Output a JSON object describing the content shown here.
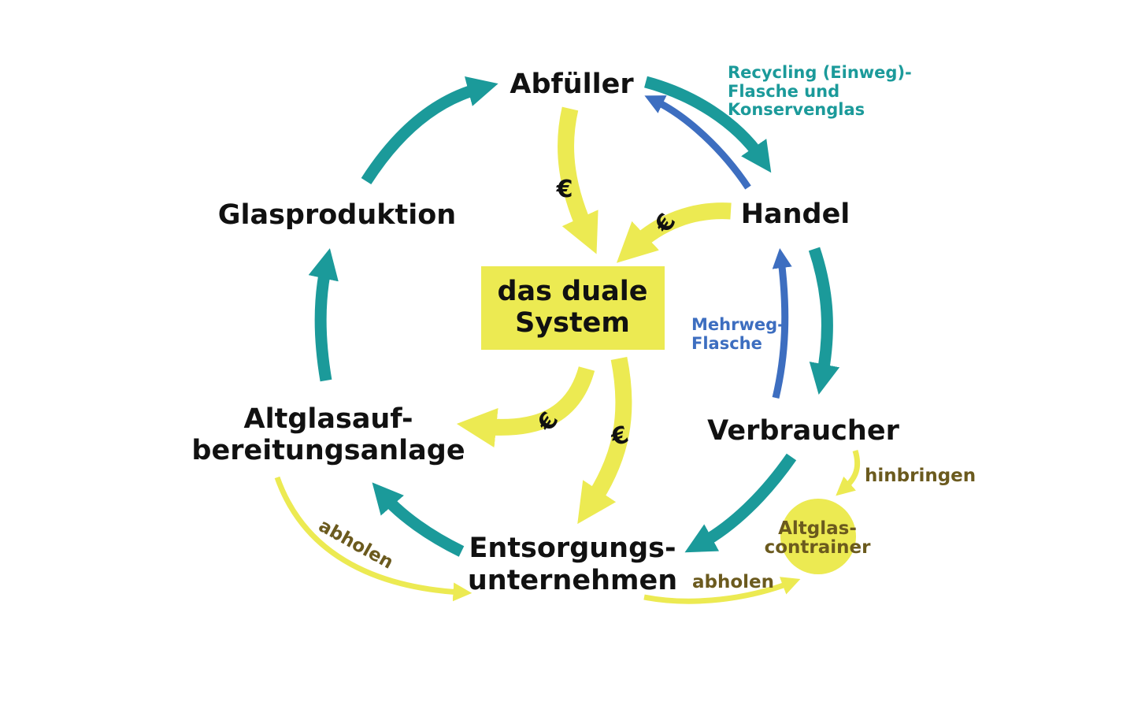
{
  "colors": {
    "teal": "#1b9a9a",
    "blue": "#3d6ec0",
    "yellow": "#ecea52",
    "olive": "#6b5a1e",
    "text": "#111111"
  },
  "center": {
    "line1": "das duale",
    "line2": "System"
  },
  "nodes": {
    "abfueller": "Abfüller",
    "handel": "Handel",
    "glasproduktion": "Glasproduktion",
    "verbraucher": "Verbraucher",
    "altglas_line1": "Altglasauf-",
    "altglas_line2": "bereitungsanlage",
    "entsorgung_line1": "Entsorgungs-",
    "entsorgung_line2": "unternehmen"
  },
  "labels": {
    "recycling_line1": "Recycling (Einweg)-",
    "recycling_line2": "Flasche und",
    "recycling_line3": "Konservenglas",
    "mehrweg_line1": "Mehrweg-",
    "mehrweg_line2": "Flasche",
    "hinbringen": "hinbringen",
    "abholen_left": "abholen",
    "abholen_right": "abholen",
    "container_line1": "Altglas-",
    "container_line2": "contrainer",
    "euro": "€"
  }
}
